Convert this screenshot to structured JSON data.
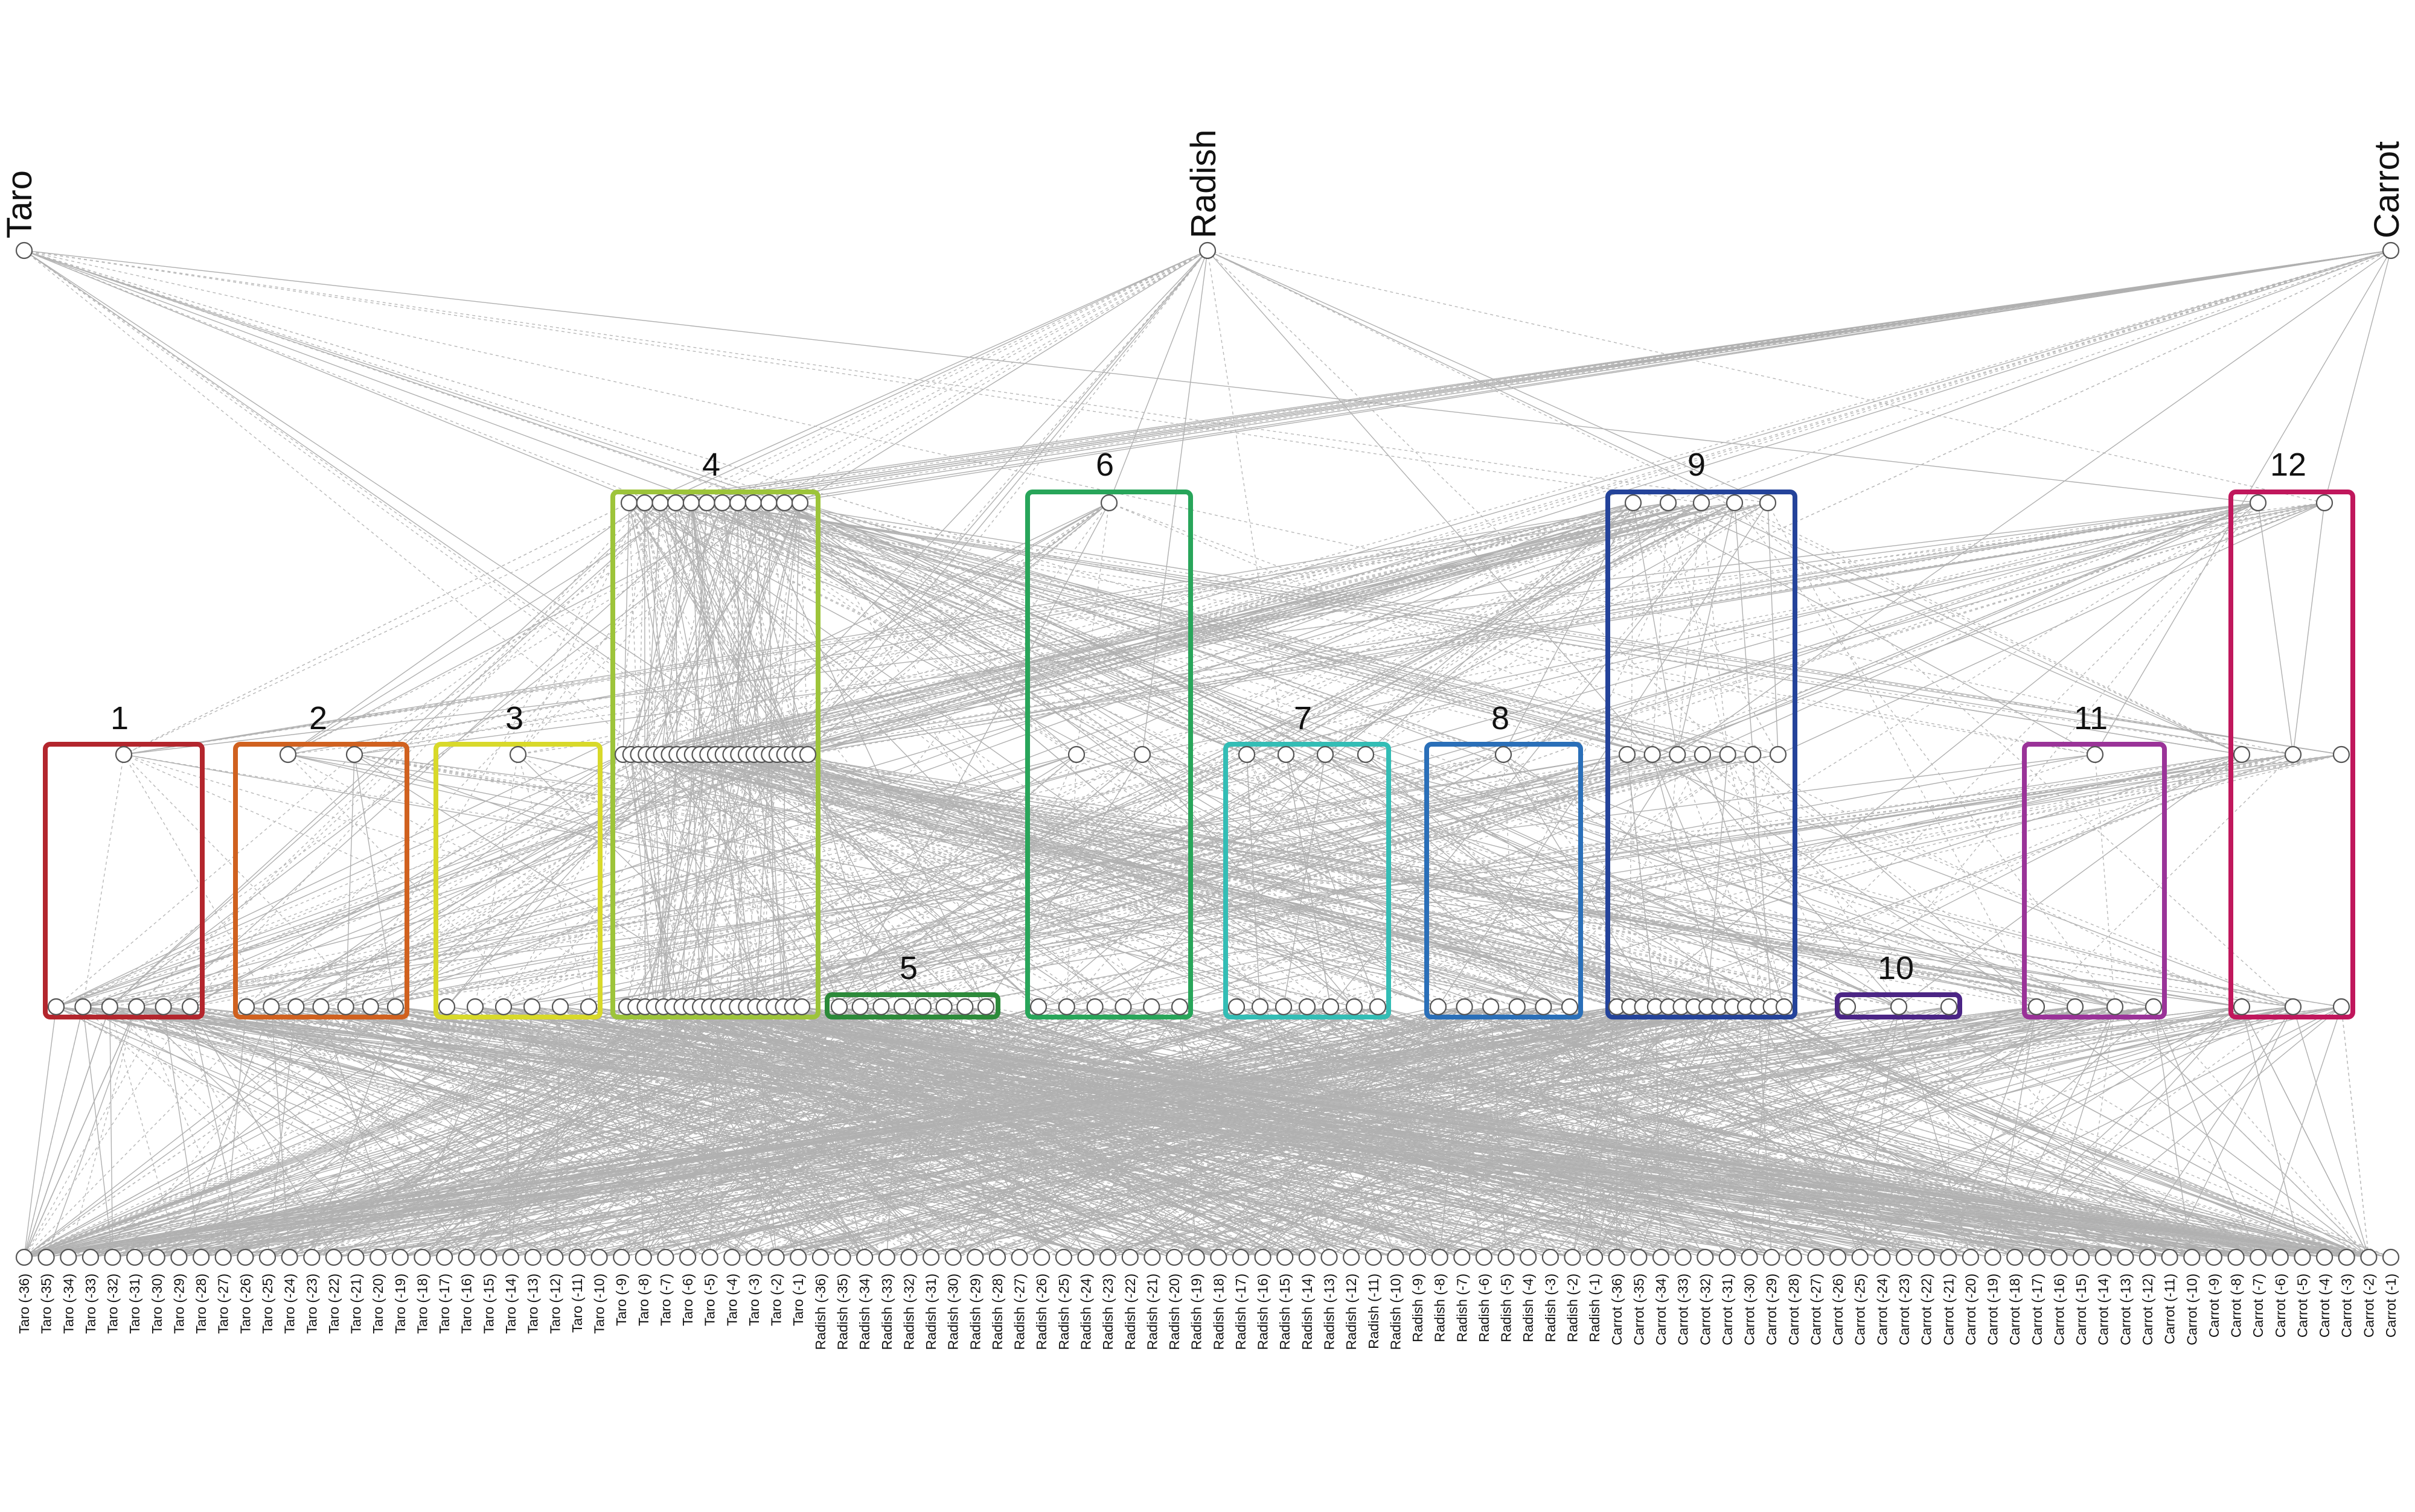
{
  "roots": [
    {
      "id": "taro",
      "label": "Taro"
    },
    {
      "id": "radish",
      "label": "Radish"
    },
    {
      "id": "carrot",
      "label": "Carrot"
    }
  ],
  "groups": [
    {
      "label": "1",
      "color": "#b3262d"
    },
    {
      "label": "2",
      "color": "#d0611f"
    },
    {
      "label": "3",
      "color": "#d8d92a"
    },
    {
      "label": "4",
      "color": "#9dc43a"
    },
    {
      "label": "5",
      "color": "#2c8a3a"
    },
    {
      "label": "6",
      "color": "#28a55a"
    },
    {
      "label": "7",
      "color": "#33bdb5"
    },
    {
      "label": "8",
      "color": "#2a6fb8"
    },
    {
      "label": "9",
      "color": "#24439a"
    },
    {
      "label": "10",
      "color": "#4b2585"
    },
    {
      "label": "11",
      "color": "#9a3398"
    },
    {
      "label": "12",
      "color": "#c0175c"
    }
  ],
  "bottom_labels": [
    "Taro (-36)",
    "Taro (-35)",
    "Taro (-34)",
    "Taro (-33)",
    "Taro (-32)",
    "Taro (-31)",
    "Taro (-30)",
    "Taro (-29)",
    "Taro (-28)",
    "Taro (-27)",
    "Taro (-26)",
    "Taro (-25)",
    "Taro (-24)",
    "Taro (-23)",
    "Taro (-22)",
    "Taro (-21)",
    "Taro (-20)",
    "Taro (-19)",
    "Taro (-18)",
    "Taro (-17)",
    "Taro (-16)",
    "Taro (-15)",
    "Taro (-14)",
    "Taro (-13)",
    "Taro (-12)",
    "Taro (-11)",
    "Taro (-10)",
    "Taro (-9)",
    "Taro (-8)",
    "Taro (-7)",
    "Taro (-6)",
    "Taro (-5)",
    "Taro (-4)",
    "Taro (-3)",
    "Taro (-2)",
    "Taro (-1)",
    "Radish (-36)",
    "Radish (-35)",
    "Radish (-34)",
    "Radish (-33)",
    "Radish (-32)",
    "Radish (-31)",
    "Radish (-30)",
    "Radish (-29)",
    "Radish (-28)",
    "Radish (-27)",
    "Radish (-26)",
    "Radish (-25)",
    "Radish (-24)",
    "Radish (-23)",
    "Radish (-22)",
    "Radish (-21)",
    "Radish (-20)",
    "Radish (-19)",
    "Radish (-18)",
    "Radish (-17)",
    "Radish (-16)",
    "Radish (-15)",
    "Radish (-14)",
    "Radish (-13)",
    "Radish (-12)",
    "Radish (-11)",
    "Radish (-10)",
    "Radish (-9)",
    "Radish (-8)",
    "Radish (-7)",
    "Radish (-6)",
    "Radish (-5)",
    "Radish (-4)",
    "Radish (-3)",
    "Radish (-2)",
    "Radish (-1)",
    "Carrot (-36)",
    "Carrot (-35)",
    "Carrot (-34)",
    "Carrot (-33)",
    "Carrot (-32)",
    "Carrot (-31)",
    "Carrot (-30)",
    "Carrot (-29)",
    "Carrot (-28)",
    "Carrot (-27)",
    "Carrot (-26)",
    "Carrot (-25)",
    "Carrot (-24)",
    "Carrot (-23)",
    "Carrot (-22)",
    "Carrot (-21)",
    "Carrot (-20)",
    "Carrot (-19)",
    "Carrot (-18)",
    "Carrot (-17)",
    "Carrot (-16)",
    "Carrot (-15)",
    "Carrot (-14)",
    "Carrot (-13)",
    "Carrot (-12)",
    "Carrot (-11)",
    "Carrot (-10)",
    "Carrot (-9)",
    "Carrot (-8)",
    "Carrot (-7)",
    "Carrot (-6)",
    "Carrot (-5)",
    "Carrot (-4)",
    "Carrot (-3)",
    "Carrot (-2)",
    "Carrot (-1)"
  ],
  "colors": {
    "edge": "#b0b0b0",
    "node_stroke": "#555555",
    "node_fill": "#ffffff"
  }
}
